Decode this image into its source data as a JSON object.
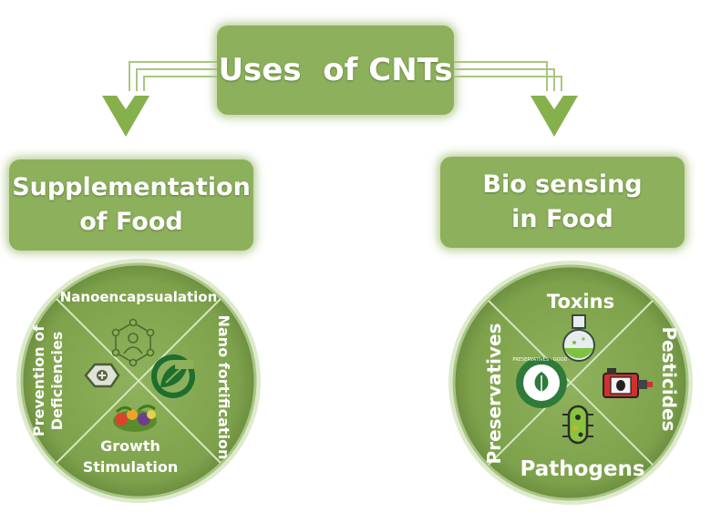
{
  "title": "Uses  of CNTs",
  "left": {
    "heading_line1": "Supplementation",
    "heading_line2": "of Food",
    "top": "Nanoencapsualation",
    "left": "Prevention of",
    "left2": "Deficiencies",
    "right": "Nano fortification",
    "bottom1": "Growth",
    "bottom2": "Stimulation"
  },
  "right": {
    "heading_line1": "Bio sensing",
    "heading_line2": "in Food",
    "top": "Toxins",
    "left": "Preservatives",
    "right": "Pesticides",
    "bottom": "Pathogens",
    "badge_text": "PRESERVATIVES · GOOD ·"
  },
  "colors": {
    "box": "#8db05c",
    "circle": "#7fa24e",
    "arrow": "#86b04c"
  },
  "icons": [
    "network-people-icon",
    "plus-hexagon-icon",
    "leaf-logo-icon",
    "vegetables-icon",
    "flask-icon",
    "pesticide-sprayer-icon",
    "preservatives-badge-icon",
    "bacteria-icon"
  ]
}
